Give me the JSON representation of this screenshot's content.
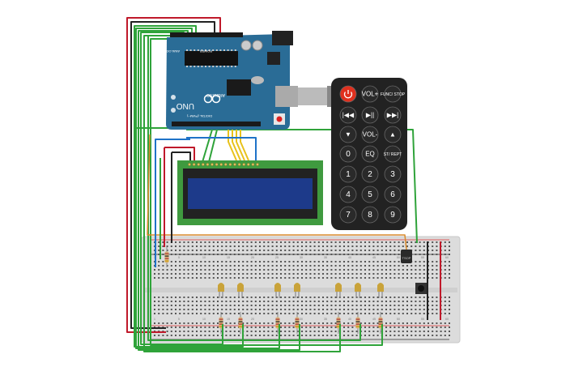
{
  "arduino": {
    "model": "UNO",
    "brand": "ARDUINO",
    "digital_label": "DIGITAL (PWM~)",
    "power_label": "POWER",
    "analog_label": "ANALOG IN",
    "color": "#2a6c96"
  },
  "lcd": {
    "size": "16x2",
    "screen_color": "#1d3a8a",
    "pcb_color": "#3f9a3f"
  },
  "remote": {
    "rows": [
      [
        {
          "label": "power",
          "icon": "power-icon",
          "special": true
        },
        {
          "label": "VOL+"
        },
        {
          "label": "FUNC/ STOP"
        }
      ],
      [
        {
          "label": "|◀◀",
          "icon": "rewind-icon"
        },
        {
          "label": "▶||",
          "icon": "play-pause-icon"
        },
        {
          "label": "▶▶|",
          "icon": "fast-forward-icon"
        }
      ],
      [
        {
          "label": "▼",
          "icon": "down-icon"
        },
        {
          "label": "VOL-"
        },
        {
          "label": "▲",
          "icon": "up-icon"
        }
      ],
      [
        {
          "label": "0"
        },
        {
          "label": "EQ"
        },
        {
          "label": "ST/ REPT"
        }
      ],
      [
        {
          "label": "1"
        },
        {
          "label": "2"
        },
        {
          "label": "3"
        }
      ],
      [
        {
          "label": "4"
        },
        {
          "label": "5"
        },
        {
          "label": "6"
        }
      ],
      [
        {
          "label": "7"
        },
        {
          "label": "8"
        },
        {
          "label": "9"
        }
      ]
    ]
  },
  "ir_receiver": {
    "label": "TSOP"
  },
  "breadboard": {
    "row_labels": [
      "j",
      "i",
      "h",
      "g",
      "f",
      "e",
      "d",
      "c",
      "b",
      "a"
    ],
    "column_numbers": [
      "1",
      "5",
      "10",
      "15",
      "20",
      "25",
      "30",
      "35",
      "40",
      "45",
      "50",
      "55",
      "60"
    ]
  },
  "colors": {
    "wire_red": "#c0192a",
    "wire_black": "#222222",
    "wire_green": "#2fa33a",
    "wire_yellow": "#e8c21c",
    "wire_orange": "#d98a2b",
    "wire_blue": "#1f73c8",
    "led": "#c9a33a"
  }
}
